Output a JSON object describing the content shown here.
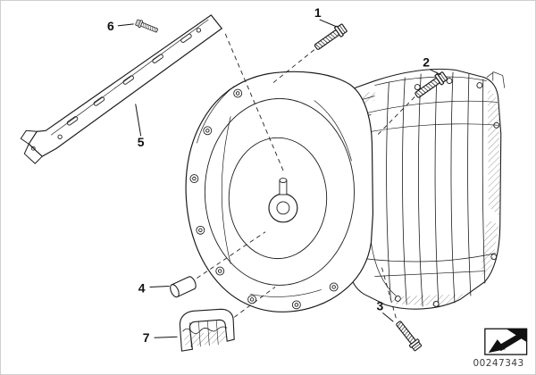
{
  "diagram": {
    "background": "#ffffff",
    "line_color": "#1c1c1c",
    "callouts": [
      {
        "label": "1",
        "part": "hex-flange-bolt"
      },
      {
        "label": "2",
        "part": "hex-flange-bolt"
      },
      {
        "label": "3",
        "part": "hex-flange-bolt"
      },
      {
        "label": "4",
        "part": "dowel-sleeve"
      },
      {
        "label": "5",
        "part": "heat-shield-bracket"
      },
      {
        "label": "6",
        "part": "screw"
      },
      {
        "label": "7",
        "part": "corrugated-clamp"
      }
    ],
    "image_number": "00247343",
    "icons": {
      "direction_arrow": "arrow-lower-left"
    }
  }
}
